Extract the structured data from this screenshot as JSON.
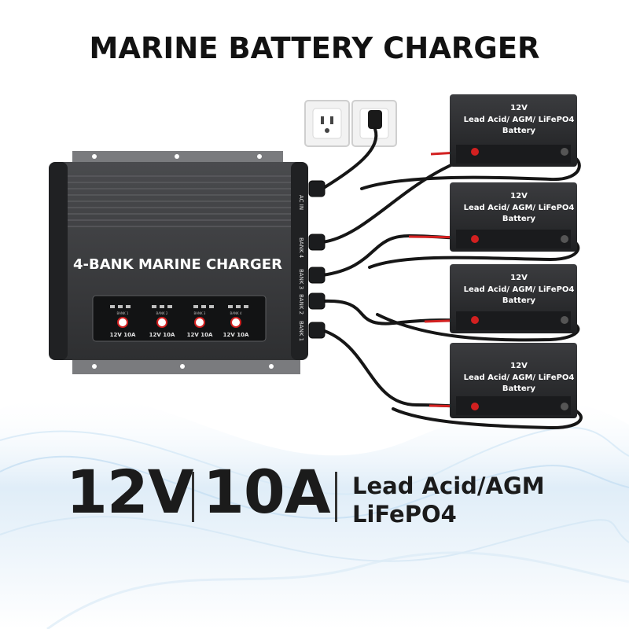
{
  "title": "MARINE BATTERY CHARGER",
  "charger": {
    "label": "4-BANK MARINE CHARGER",
    "ports": [
      "AC IN",
      "BANK 4",
      "BANK 3",
      "BANK 2",
      "BANK 1"
    ],
    "bank_labels": [
      "BANK 1",
      "BANK 2",
      "BANK 3",
      "BANK 4"
    ],
    "module_rating": "12V 10A"
  },
  "batteries": [
    {
      "voltage": "12V",
      "chemistry": "Lead Acid/ AGM/ LiFePO4",
      "type": "Battery"
    },
    {
      "voltage": "12V",
      "chemistry": "Lead Acid/ AGM/ LiFePO4",
      "type": "Battery"
    },
    {
      "voltage": "12V",
      "chemistry": "Lead Acid/ AGM/ LiFePO4",
      "type": "Battery"
    },
    {
      "voltage": "12V",
      "chemistry": "Lead Acid/ AGM/ LiFePO4",
      "type": "Battery"
    }
  ],
  "specs": {
    "voltage": "12V",
    "current": "10A",
    "chemistry_line1": "Lead Acid/AGM",
    "chemistry_line2": "LiFePO4"
  },
  "colors": {
    "charger_body": "#3a3b3d",
    "battery_body": "#2a2b2d",
    "positive": "#d22020",
    "wave_bg": "#cfe6f6"
  },
  "icons": [
    "wall-outlet-icon",
    "power-plug-icon",
    "positive-terminal-icon",
    "negative-terminal-icon"
  ]
}
